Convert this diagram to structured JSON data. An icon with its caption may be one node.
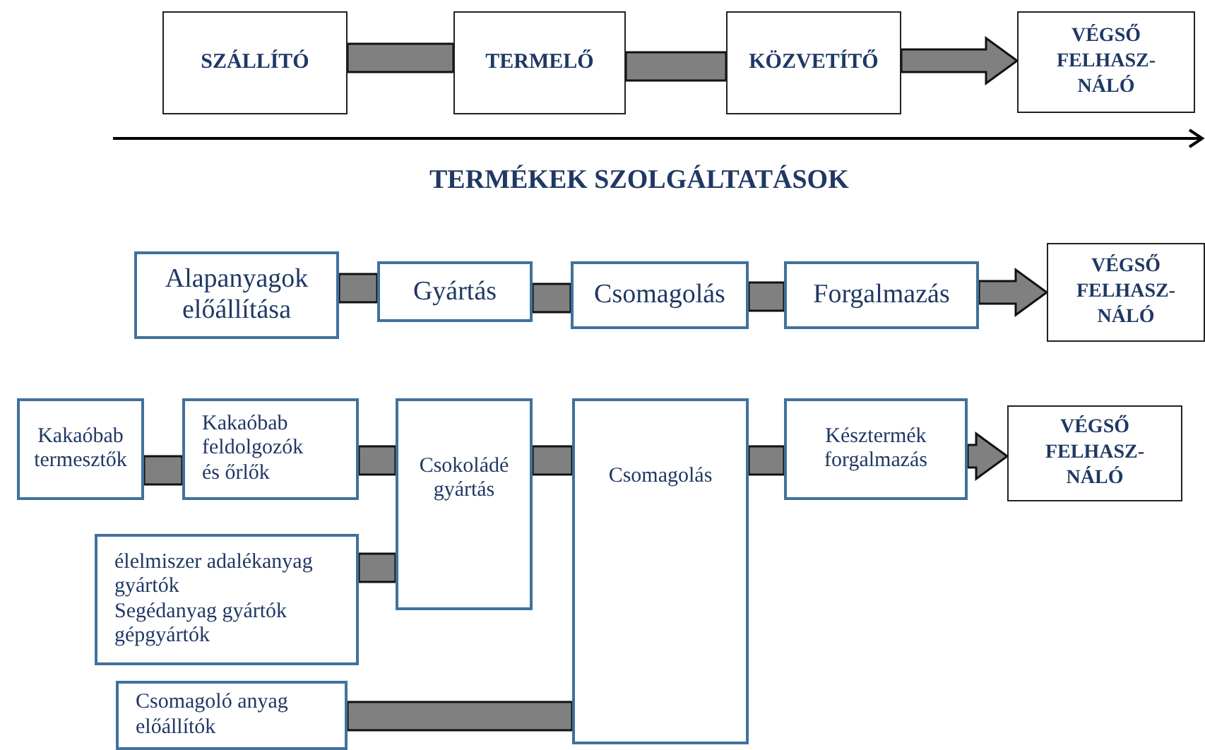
{
  "diagram": {
    "nodes": [
      {
        "text": [
          "SZÁLLÍTÓ"
        ]
      },
      {
        "text": [
          "TERMELŐ"
        ]
      },
      {
        "text": [
          "KÖZVETÍTŐ"
        ]
      },
      {
        "text": [
          "VÉGSŐ FELHASZ-NÁLÓ"
        ]
      },
      {
        "text": [
          "Alapanyagok előállítása"
        ]
      },
      {
        "text": [
          "Gyártás"
        ]
      },
      {
        "text": [
          "Csomagolás"
        ]
      },
      {
        "text": [
          "Forgalmazás"
        ]
      },
      {
        "text": [
          "VÉGSŐ FELHASZ-NÁLÓ"
        ]
      },
      {
        "text": [
          "Kakaóbab termesztők"
        ]
      },
      {
        "text": [
          "Kakaóbab feldolgozók és őrlők"
        ]
      },
      {
        "text": [
          "Csokoládé gyártás"
        ]
      },
      {
        "text": [
          "Csomagolás"
        ]
      },
      {
        "text": [
          "Késztermék forgalmazás"
        ]
      },
      {
        "text": [
          "VÉGSŐ FELHASZ-NÁLÓ"
        ]
      },
      {
        "text": [
          "élelmiszer adalékanyag gyártók",
          "Segédanyag gyártók",
          "gépgyártók"
        ]
      },
      {
        "text": [
          "Csomagoló anyag előállítók"
        ]
      }
    ],
    "edges": [
      {
        "from": 0,
        "to": 1,
        "arrow": "none"
      },
      {
        "from": 1,
        "to": 2,
        "arrow": "none"
      },
      {
        "from": 2,
        "to": 3,
        "arrow": "to"
      },
      {
        "from": 4,
        "to": 5,
        "arrow": "none"
      },
      {
        "from": 5,
        "to": 6,
        "arrow": "none"
      },
      {
        "from": 6,
        "to": 7,
        "arrow": "none"
      },
      {
        "from": 7,
        "to": 8,
        "arrow": "to"
      },
      {
        "from": 9,
        "to": 10,
        "arrow": "none"
      },
      {
        "from": 10,
        "to": 11,
        "arrow": "none"
      },
      {
        "from": 11,
        "to": 12,
        "arrow": "none"
      },
      {
        "from": 12,
        "to": 13,
        "arrow": "none"
      },
      {
        "from": 13,
        "to": 14,
        "arrow": "to"
      },
      {
        "from": 15,
        "to": 11,
        "arrow": "none"
      },
      {
        "from": 16,
        "to": 12,
        "arrow": "none"
      }
    ],
    "labels": [
      "TERMÉKEK SZOLGÁLTATÁSOK"
    ]
  }
}
